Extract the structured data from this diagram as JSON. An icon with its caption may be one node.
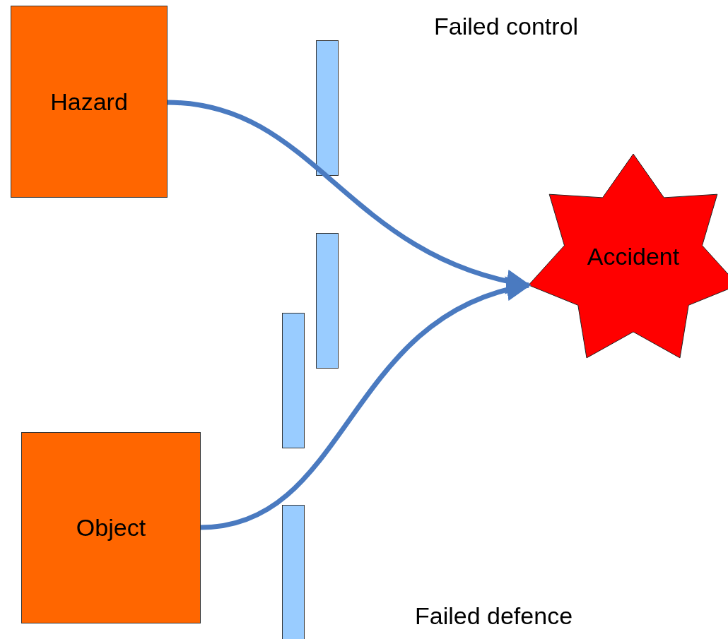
{
  "diagram": {
    "nodes": [
      {
        "text": [
          "Hazard"
        ]
      },
      {
        "text": [
          "Object"
        ]
      },
      {
        "text": [
          "Accident"
        ]
      },
      {
        "text": [],
        "shape": "bar"
      },
      {
        "text": [],
        "shape": "bar"
      },
      {
        "text": [],
        "shape": "bar"
      },
      {
        "text": [],
        "shape": "bar"
      }
    ],
    "edges": [
      {
        "from": 0,
        "to": 2,
        "arrow": "to"
      },
      {
        "from": 1,
        "to": 2,
        "arrow": "to"
      }
    ],
    "labels": [
      "Failed control",
      "Failed defence"
    ]
  }
}
